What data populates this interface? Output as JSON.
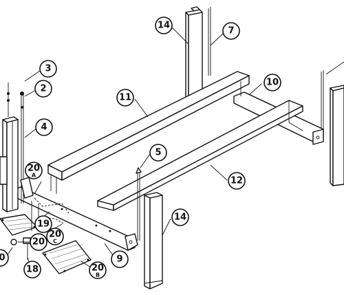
{
  "callouts": [
    {
      "id": "c14a",
      "label": "14"
    },
    {
      "id": "c7",
      "label": "7"
    },
    {
      "id": "c3",
      "label": "3"
    },
    {
      "id": "c2",
      "label": "2"
    },
    {
      "id": "c4",
      "label": "4"
    },
    {
      "id": "c10",
      "label": "10"
    },
    {
      "id": "c11",
      "label": "11"
    },
    {
      "id": "c5",
      "label": "5"
    },
    {
      "id": "c20a",
      "label": "20",
      "sub": "A"
    },
    {
      "id": "c12",
      "label": "12"
    },
    {
      "id": "c14b",
      "label": "14"
    },
    {
      "id": "c19",
      "label": "19"
    },
    {
      "id": "c20c",
      "label": "20",
      "sub": "C"
    },
    {
      "id": "c20",
      "label": "20"
    },
    {
      "id": "c0",
      "label": "0"
    },
    {
      "id": "c9",
      "label": "9"
    },
    {
      "id": "c18",
      "label": "18"
    },
    {
      "id": "c20b",
      "label": "20",
      "sub": "B"
    }
  ]
}
